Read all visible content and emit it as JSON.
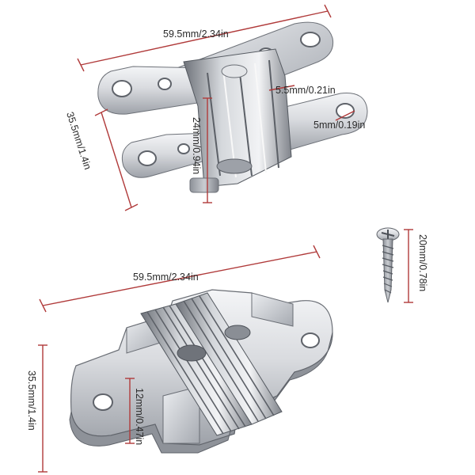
{
  "top_hinge": {
    "length_label": "59.5mm/2.34in",
    "height_label": "35.5mm/1.4in",
    "leaf_width_label": "24mm/0.94in",
    "hole_spacing_label": "5.5mm/0.21in",
    "hole_diameter_label": "5mm/0.19in"
  },
  "bottom_hinge": {
    "length_label": "59.5mm/2.34in",
    "height_label": "35.5mm/1.4in",
    "depth_label": "12mm/0.47in"
  },
  "screw": {
    "length_label": "20mm/0.78in"
  },
  "colors": {
    "dimension_line": "#b03a3a",
    "metal_light": "#e6e7ea",
    "metal_mid": "#b7bac0",
    "metal_dark": "#7d8188"
  }
}
